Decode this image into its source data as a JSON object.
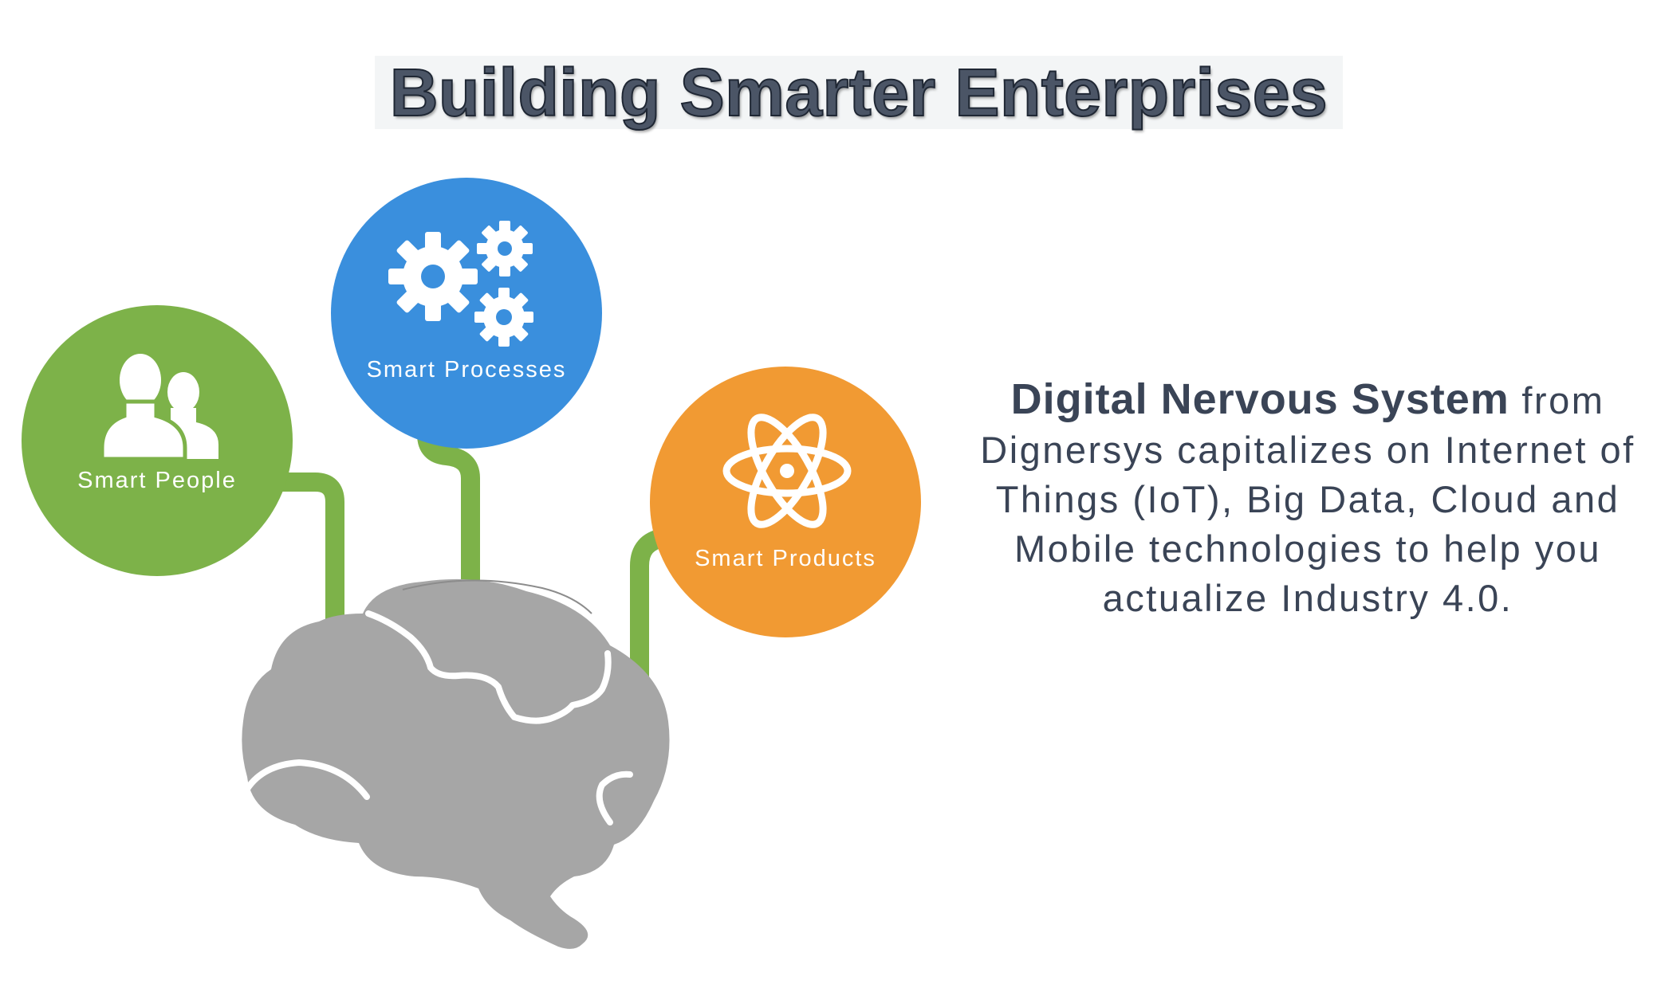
{
  "title": "Building Smarter Enterprises",
  "nodes": {
    "people": {
      "label": "Smart People",
      "icon": "people-icon",
      "color": "#7db249"
    },
    "processes": {
      "label": "Smart Processes",
      "icon": "gears-icon",
      "color": "#3a8fdd"
    },
    "products": {
      "label": "Smart Products",
      "icon": "atom-icon",
      "color": "#f19a33"
    }
  },
  "center": {
    "icon": "brain-icon",
    "color": "#a6a6a6"
  },
  "description": {
    "highlight": "Digital Nervous System",
    "text": " from Dignersys capitalizes on Internet of Things (IoT), Big Data, Cloud and Mobile technologies to help you actualize Industry 4.0."
  },
  "colors": {
    "connector": "#7db249",
    "title": "#4b5566",
    "text": "#3a4456"
  }
}
